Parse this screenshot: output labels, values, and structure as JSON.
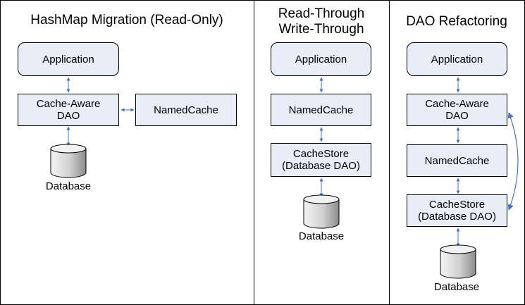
{
  "panels": [
    {
      "title": "HashMap Migration (Read-Only)",
      "application": "Application",
      "dao": "Cache-Aware\nDAO",
      "cache": "NamedCache",
      "database": "Database"
    },
    {
      "title": "Read-Through\nWrite-Through",
      "application": "Application",
      "cache": "NamedCache",
      "store": "CacheStore\n(Database DAO)",
      "database": "Database"
    },
    {
      "title": "DAO Refactoring",
      "application": "Application",
      "dao": "Cache-Aware\nDAO",
      "cache": "NamedCache",
      "store": "CacheStore\n(Database DAO)",
      "database": "Database"
    }
  ],
  "colors": {
    "box_fill": "#e8eef7",
    "arrow": "#4a72b8",
    "db_light": "#f0f0f0",
    "db_dark": "#8c8c8c"
  }
}
